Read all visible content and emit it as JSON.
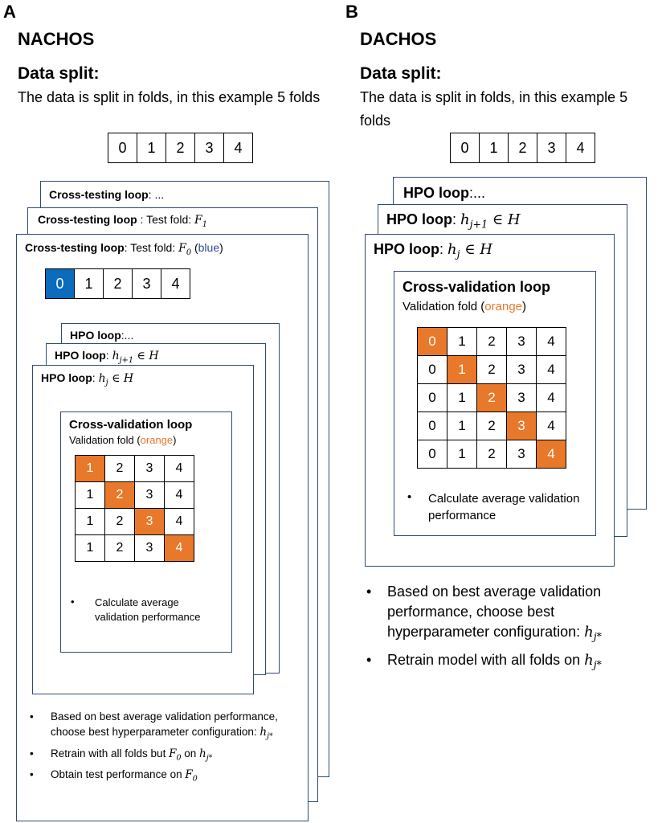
{
  "panel_a": {
    "letter": "A",
    "title": "NACHOS",
    "split_heading": "Data split:",
    "split_text": "The data is split in folds, in this example 5 folds",
    "folds": [
      "0",
      "1",
      "2",
      "3",
      "4"
    ],
    "cross_testing": {
      "label": "Cross-testing loop",
      "back_rest": ": ...",
      "mid_rest": " : Test fold: ",
      "mid_math": "F",
      "mid_sub": "1",
      "front_rest": ": Test fold: ",
      "front_math": "F",
      "front_sub": "0",
      "front_color_open": " (",
      "front_color_word": "blue",
      "front_color_close": ")"
    },
    "test_folds": [
      "0",
      "1",
      "2",
      "3",
      "4"
    ],
    "hpo": {
      "label": "HPO loop",
      "back_rest": ":...",
      "mid_math": "h",
      "mid_sub": "j+1",
      "mid_set": " ∈ H",
      "front_math": "h",
      "front_sub": "j",
      "front_set": " ∈ H"
    },
    "cv": {
      "title": "Cross-validation loop",
      "sub_prefix": "Validation fold (",
      "sub_color_word": "orange",
      "sub_suffix": ")",
      "grid": [
        [
          "1",
          "2",
          "3",
          "4"
        ],
        [
          "1",
          "2",
          "3",
          "4"
        ],
        [
          "1",
          "2",
          "3",
          "4"
        ],
        [
          "1",
          "2",
          "3",
          "4"
        ]
      ],
      "bullet": "Calculate average validation performance"
    },
    "bullets": {
      "b1_text": "Based on best average validation performance, choose best hyperparameter configuration: ",
      "b1_math": "h",
      "b1_sub": "j*",
      "b2_text": "Retrain with all folds but ",
      "b2_math_f": "F",
      "b2_sub_f": "0",
      "b2_on": " on ",
      "b2_math_h": "h",
      "b2_sub_h": "j*",
      "b3_text": "Obtain test performance on ",
      "b3_math": "F",
      "b3_sub": "0"
    }
  },
  "panel_b": {
    "letter": "B",
    "title": "DACHOS",
    "split_heading": "Data split:",
    "split_text": "The data is split in folds, in this example 5 folds",
    "folds": [
      "0",
      "1",
      "2",
      "3",
      "4"
    ],
    "hpo": {
      "label": "HPO loop",
      "back_rest": ":...",
      "mid_math": "h",
      "mid_sub": "j+1",
      "mid_set": " ∈ H",
      "front_math": "h",
      "front_sub": "j",
      "front_set": " ∈ H"
    },
    "cv": {
      "title": "Cross-validation loop",
      "sub_prefix": "Validation fold (",
      "sub_color_word": "orange",
      "sub_suffix": ")",
      "grid": [
        [
          "0",
          "1",
          "2",
          "3",
          "4"
        ],
        [
          "0",
          "1",
          "2",
          "3",
          "4"
        ],
        [
          "0",
          "1",
          "2",
          "3",
          "4"
        ],
        [
          "0",
          "1",
          "2",
          "3",
          "4"
        ],
        [
          "0",
          "1",
          "2",
          "3",
          "4"
        ]
      ],
      "bullet": "Calculate average validation performance"
    },
    "bullets": {
      "b1_text": "Based on best average validation performance, choose best hyperparameter configuration: ",
      "b1_math": "h",
      "b1_sub": "j*",
      "b2_text": "Retrain model with all folds on ",
      "b2_math": "h",
      "b2_sub": "j*"
    }
  },
  "colors": {
    "frame": "#2f4b75",
    "test_fold": "#0b6bbd",
    "validation_fold": "#e8782a"
  }
}
